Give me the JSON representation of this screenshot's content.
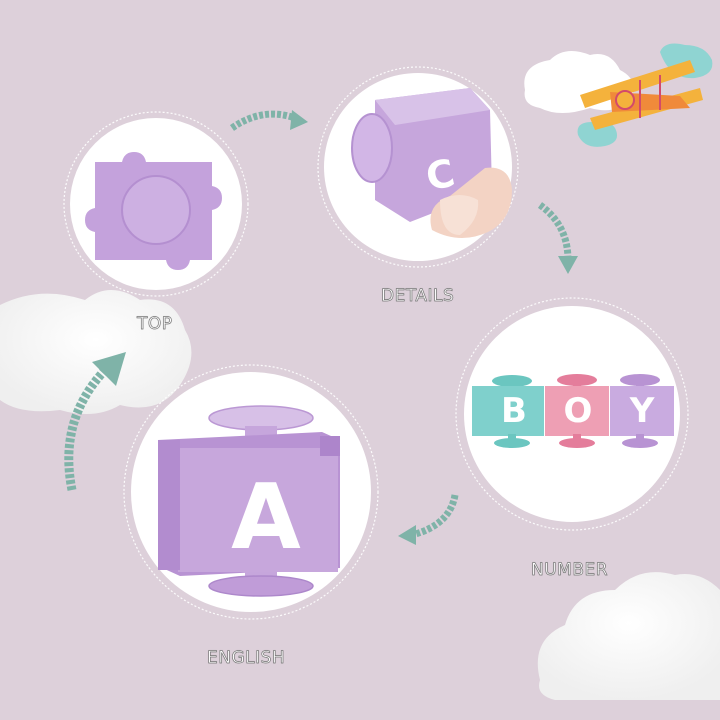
{
  "labels": {
    "top": "TOP",
    "details": "DETAILS",
    "number": "NUMBER",
    "english": "ENGLISH"
  },
  "block_letters": {
    "details": "C",
    "number": [
      "B",
      "O",
      "Y"
    ],
    "english": "A"
  },
  "colors": {
    "background": "#ddd0da",
    "lavender_block": "#c7a7dc",
    "teal_block": "#7fd0cc",
    "pink_block": "#ee9fb4",
    "arrow": "#7fb3a8"
  }
}
